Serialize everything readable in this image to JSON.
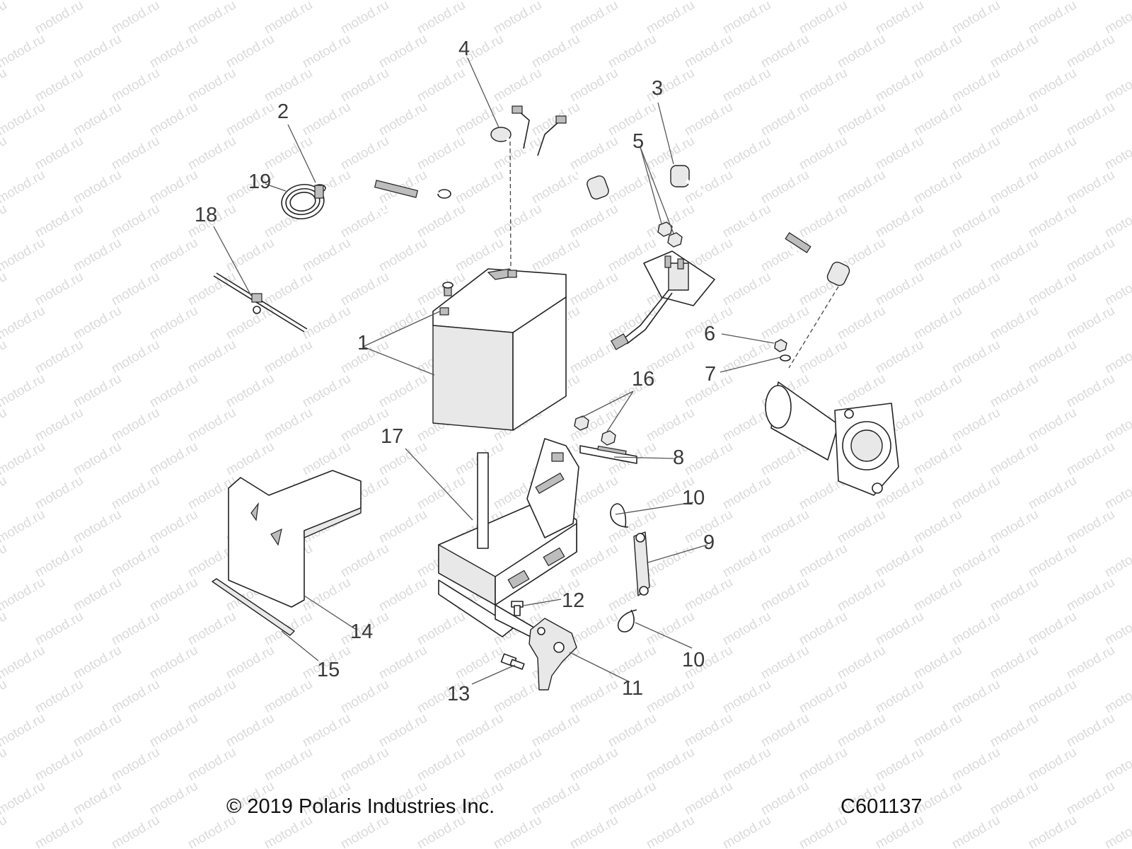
{
  "watermark": {
    "text": "motod.ru",
    "color": "#dadada"
  },
  "footer": {
    "copyright": "© 2019 Polaris Industries Inc.",
    "diagram_code": "C601137"
  },
  "callouts": [
    "1",
    "2",
    "3",
    "4",
    "5",
    "6",
    "7",
    "8",
    "9",
    "10",
    "10",
    "11",
    "12",
    "13",
    "14",
    "15",
    "16",
    "17",
    "18",
    "19"
  ],
  "colors": {
    "line": "#222222",
    "label": "#3a3a3a",
    "shade": "#e8e8e8"
  }
}
